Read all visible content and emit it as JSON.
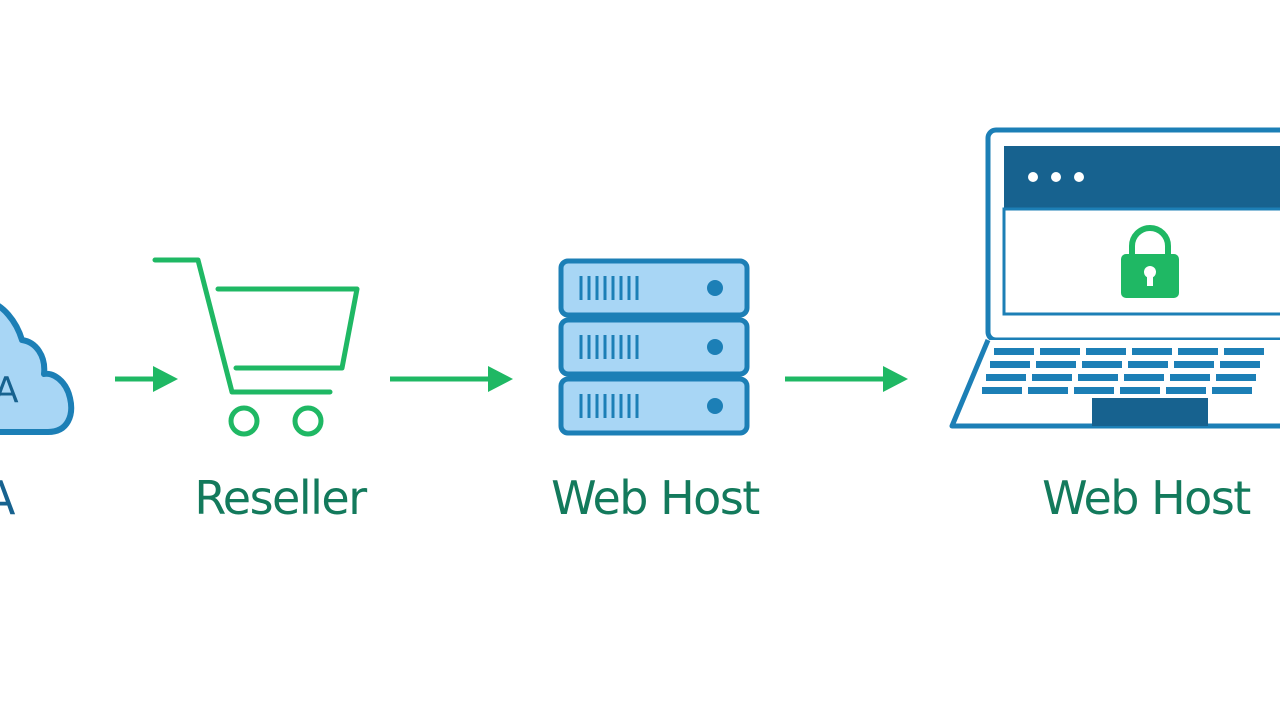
{
  "steps": [
    {
      "label": "A",
      "icon": "cloud-icon"
    },
    {
      "label": "Reseller",
      "icon": "shopping-cart-icon"
    },
    {
      "label": "Web Host",
      "icon": "server-stack-icon"
    },
    {
      "label": "Web Host",
      "icon": "laptop-secure-icon"
    }
  ],
  "connectors": [
    "arrow-right-icon",
    "arrow-right-icon",
    "arrow-right-icon"
  ],
  "colors": {
    "green": "#1fb864",
    "teal_text": "#137a5c",
    "blue": "#1c7fb6",
    "light_blue": "#a8d6f5",
    "dark_blue": "#17628f"
  }
}
